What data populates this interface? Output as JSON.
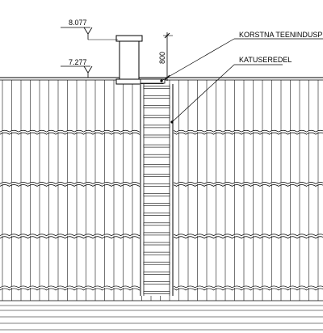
{
  "elevations": {
    "top": "8.077",
    "eave": "7.277"
  },
  "dimension": {
    "chimney_height": "800"
  },
  "callouts": {
    "service_platform": "KORSTNA TEENINDUSPLATV",
    "roof_ladder": "KATUSEREDEL"
  },
  "roof": {
    "tile_rows": 4
  },
  "ladder": {
    "rungs": 22
  }
}
